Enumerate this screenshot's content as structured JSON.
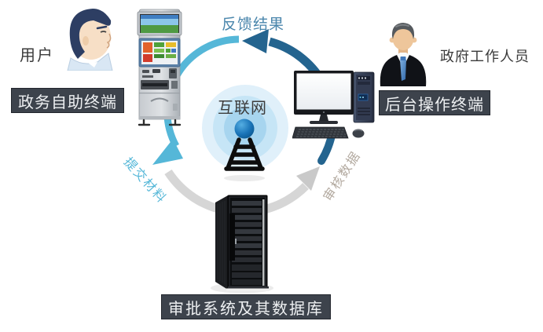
{
  "nodes": {
    "user": {
      "label": "用户"
    },
    "kiosk": {
      "label": "政务自助终端"
    },
    "internet": {
      "label": "互联网"
    },
    "staff": {
      "label": "政府工作人员"
    },
    "backend": {
      "label": "后台操作终端"
    },
    "server": {
      "label": "审批系统及其数据库"
    }
  },
  "flows": {
    "feedback": {
      "label": "反馈结果",
      "color": "#24648f"
    },
    "submit": {
      "label": "提交材料",
      "color": "#55b7d8"
    },
    "audit": {
      "label": "审核数据",
      "color": "#b3aaa0"
    }
  },
  "icons": {
    "user": "user-profile-face-icon",
    "kiosk": "self-service-kiosk-icon",
    "internet": "wireless-antenna-icon",
    "staff": "businessman-avatar-icon",
    "backend": "desktop-computer-icon",
    "server": "server-rack-icon"
  },
  "colors": {
    "background": "#ffffff",
    "arc_feedback": "#24648f",
    "arc_submit": "#55b7d8",
    "arc_audit_gray": "#d6d6d6",
    "label_box_bg": "#3d434c",
    "label_box_text": "#eef0f2",
    "text_dark": "#3a3a3a"
  }
}
